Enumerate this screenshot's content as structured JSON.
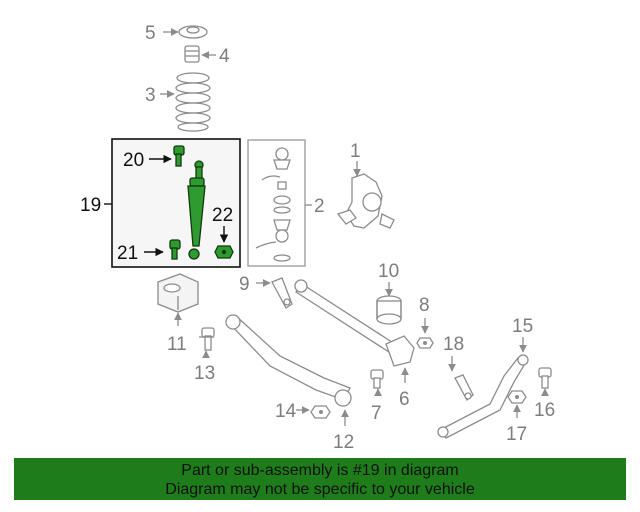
{
  "callouts": {
    "c1": "1",
    "c2": "2",
    "c3": "3",
    "c4": "4",
    "c5": "5",
    "c6": "6",
    "c7": "7",
    "c8": "8",
    "c9": "9",
    "c10": "10",
    "c11": "11",
    "c12": "12",
    "c13": "13",
    "c14": "14",
    "c15": "15",
    "c16": "16",
    "c17": "17",
    "c18": "18",
    "c19": "19",
    "c20": "20",
    "c21": "21",
    "c22": "22"
  },
  "highlighted_part": "19",
  "colors": {
    "highlight_part": "#2f9a2f",
    "banner_bg": "#1e7d1a",
    "part_outline": "#8c8c8c"
  },
  "banner": {
    "line1": "Part or sub-assembly is #19 in diagram",
    "line2": "Diagram may not be specific to your vehicle"
  }
}
